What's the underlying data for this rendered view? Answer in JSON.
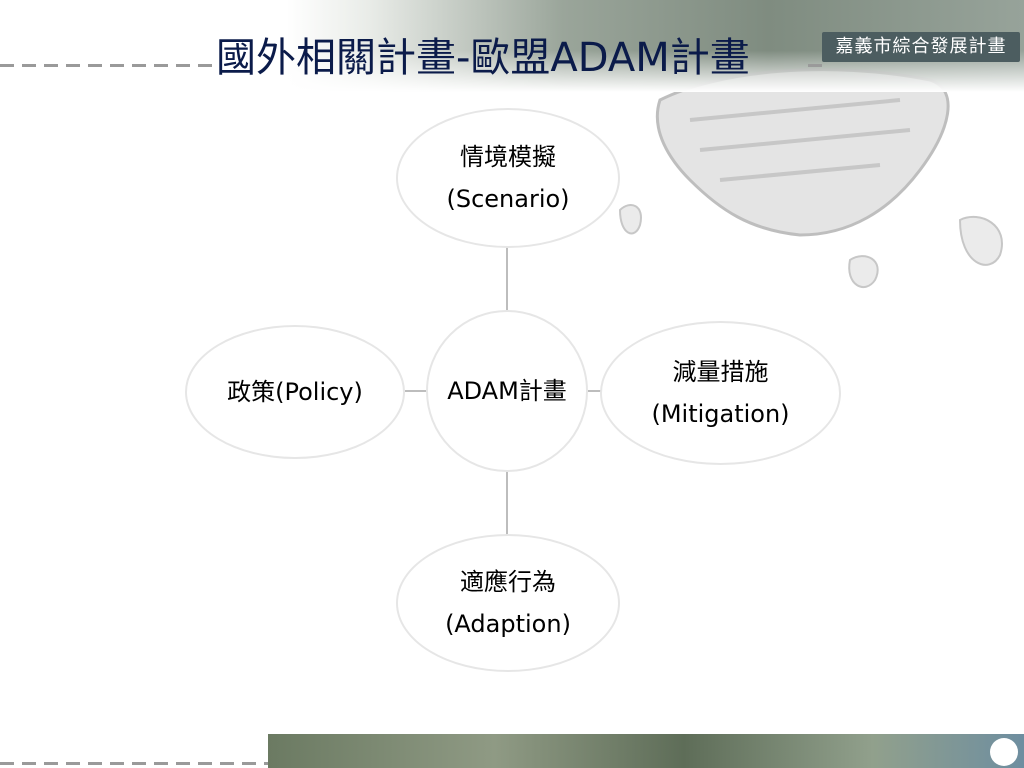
{
  "slide": {
    "title": "國外相關計畫-歐盟ADAM計畫",
    "brand": "嘉義市綜合發展計畫"
  },
  "diagram": {
    "center": {
      "text": "ADAM計畫"
    },
    "top": {
      "line1": "情境模擬",
      "line2": "(Scenario)"
    },
    "right": {
      "line1": "減量措施",
      "line2": "(Mitigation)"
    },
    "bottom": {
      "line1": "適應行為",
      "line2": "(Adaption)"
    },
    "left": {
      "line1": "政策(Policy)"
    }
  },
  "colors": {
    "title": "#0b1b4a",
    "node_border": "#e6e6e6",
    "connector": "#bdbdbd",
    "text": "#000000"
  }
}
